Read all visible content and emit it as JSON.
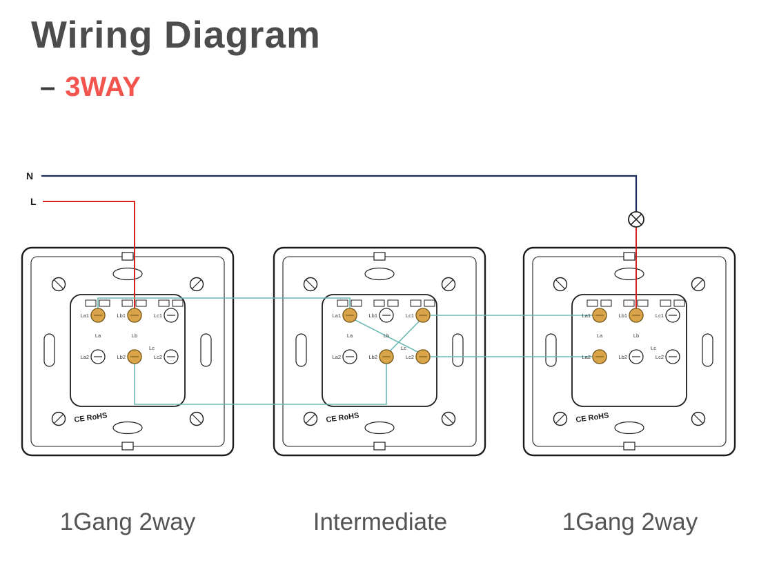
{
  "title": "Wiring Diagram",
  "subtitle": {
    "dash": "–",
    "label": "3WAY"
  },
  "wire_labels": {
    "neutral": "N",
    "live": "L"
  },
  "icons": {
    "lamp_icon": "circle-with-x-lamp"
  },
  "colors": {
    "neutral_wire": "#1b2a56",
    "live_wire": "#d81f1d",
    "traveler_wire": "#6ab8b4",
    "subtitle_accent": "#f4544e",
    "terminal_gold": "#d9a44a",
    "title_text": "#4c4c4c",
    "caption_text": "#545454"
  },
  "terminal_labels": {
    "top": [
      "La1",
      "Lb1",
      "Lc1"
    ],
    "mid": [
      "La",
      "Lb"
    ],
    "bottom_mid": "Lc",
    "bottom": [
      "La2",
      "Lb2",
      "Lc2"
    ]
  },
  "cert": "CE RoHS",
  "switches": [
    {
      "label": "1Gang 2way"
    },
    {
      "label": "Intermediate"
    },
    {
      "label": "1Gang 2way"
    }
  ]
}
